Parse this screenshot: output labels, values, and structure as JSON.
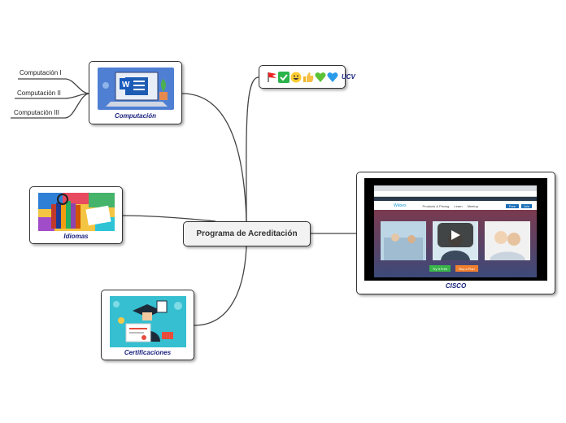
{
  "center": {
    "label": "Programa de Acreditación"
  },
  "computacion": {
    "caption": "Computación",
    "image_icon": "word-laptop-illustration",
    "children": [
      "Computación I",
      "Computación II",
      "Computación III"
    ]
  },
  "idiomas": {
    "caption": "Idiomas",
    "image_icon": "books-flags-illustration"
  },
  "certificaciones": {
    "caption": "Certificaciones",
    "image_icon": "graduate-certificate-illustration"
  },
  "cisco": {
    "caption": "CISCO",
    "video": {
      "site_name": "Webex",
      "nav": [
        "Products & Pricing",
        "Learn",
        "Meetup"
      ],
      "buttons": [
        "Try It Free",
        "Buy a Plan"
      ],
      "header_buttons": [
        "Free",
        "Join"
      ]
    }
  },
  "emoji_node": {
    "icons": [
      "red-flag-icon",
      "check-mark-icon",
      "grinning-face-icon",
      "thumbs-up-icon",
      "green-heart-icon",
      "blue-heart-icon"
    ],
    "label": "UCV"
  },
  "colors": {
    "caption_text": "#1a237e",
    "link": "#444444",
    "center_fill": "#f2f2f2"
  }
}
